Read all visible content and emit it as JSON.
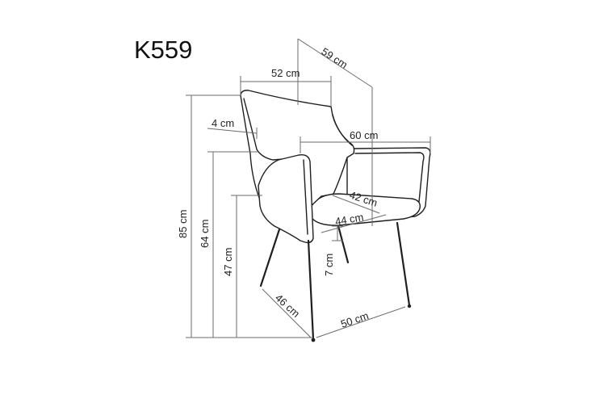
{
  "model": "K559",
  "dimensions": {
    "depth_total": "59 cm",
    "back_width": "52 cm",
    "back_thickness": "4 cm",
    "width_total": "60 cm",
    "seat_width": "42 cm",
    "seat_depth": "44 cm",
    "height_total": "85 cm",
    "armrest_height": "64 cm",
    "seat_height": "47 cm",
    "seat_thickness": "7 cm",
    "base_depth": "46 cm",
    "base_width": "50 cm"
  }
}
